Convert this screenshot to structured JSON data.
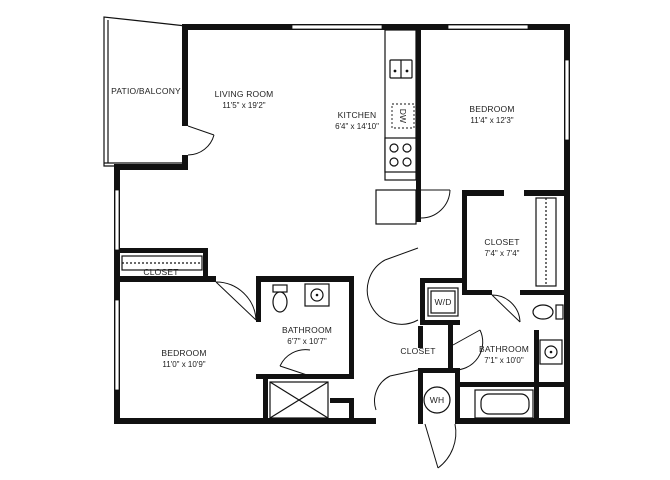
{
  "rooms": {
    "patio": {
      "name": "PATIO/BALCONY"
    },
    "living": {
      "name": "LIVING ROOM",
      "size": "11'5\" x 19'2\""
    },
    "kitchen": {
      "name": "KITCHEN",
      "size": "6'4\" x 14'10\""
    },
    "bedroom1": {
      "name": "BEDROOM",
      "size": "11'4\" x 12'3\""
    },
    "closet1": {
      "name": "CLOSET",
      "size": "7'4\" x 7'4\""
    },
    "closet2": {
      "name": "CLOSET"
    },
    "bathroom1": {
      "name": "BATHROOM",
      "size": "6'7\" x 10'7\""
    },
    "bedroom2": {
      "name": "BEDROOM",
      "size": "11'0\" x 10'9\""
    },
    "closet3": {
      "name": "CLOSET"
    },
    "bathroom2": {
      "name": "BATHROOM",
      "size": "7'1\" x 10'0\""
    }
  },
  "appliances": {
    "washer_dryer": "W/D",
    "water_heater": "WH",
    "dishwasher": "DW"
  }
}
